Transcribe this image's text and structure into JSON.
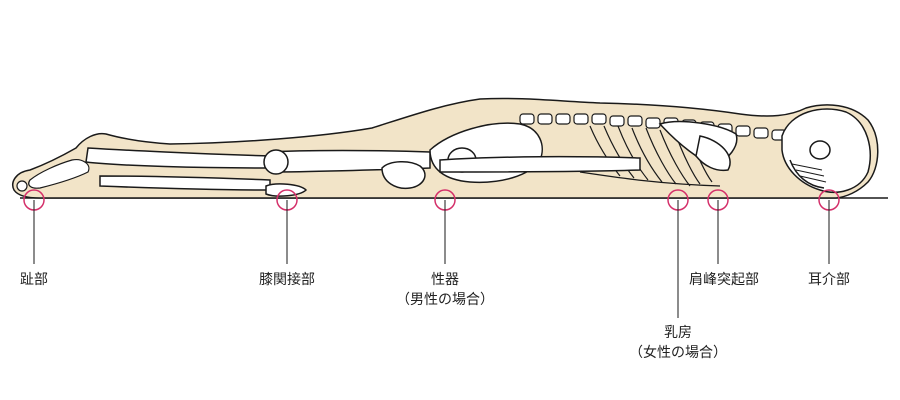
{
  "labels": [
    {
      "id": "toe",
      "lines": [
        "趾部"
      ]
    },
    {
      "id": "knee",
      "lines": [
        "膝関接部"
      ]
    },
    {
      "id": "genitals",
      "lines": [
        "性器",
        "（男性の場合）"
      ]
    },
    {
      "id": "breast",
      "lines": [
        "乳房",
        "（女性の場合）"
      ]
    },
    {
      "id": "acromion",
      "lines": [
        "肩峰突起部"
      ]
    },
    {
      "id": "ear",
      "lines": [
        "耳介部"
      ]
    }
  ],
  "colors": {
    "body_fill": "#f2e4c8",
    "outline": "#1a1a1a",
    "marker": "#d4306a",
    "bone_fill": "#ffffff"
  }
}
